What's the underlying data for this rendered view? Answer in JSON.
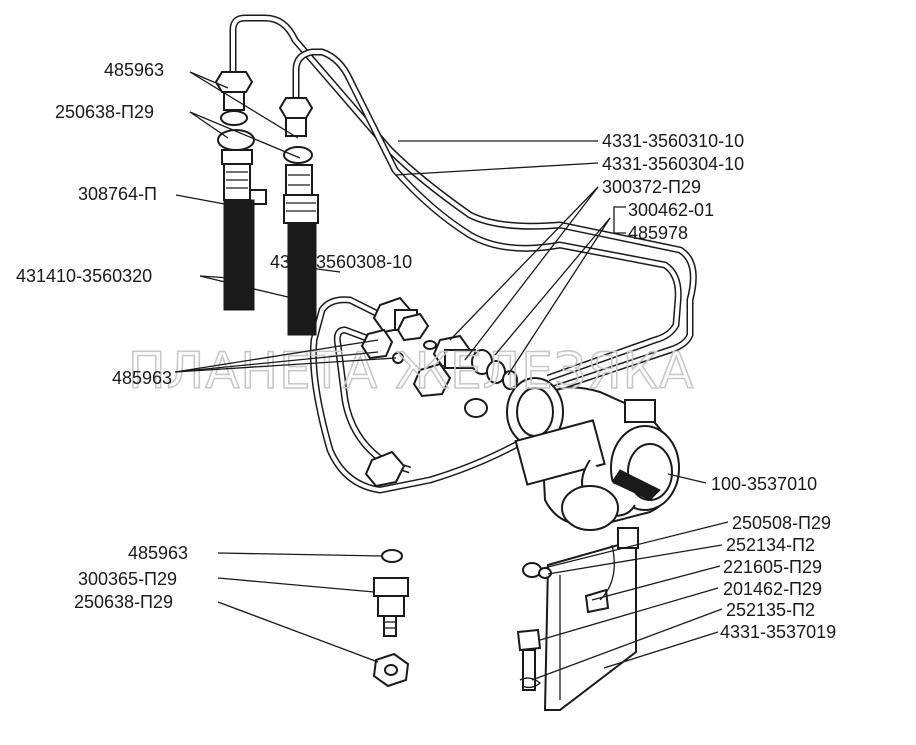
{
  "watermark": "ПЛАНЕТА ЖЕЛЕЗЯКА",
  "labels": {
    "l01": "485963",
    "l02": "250638-П29",
    "l03": "308764-П",
    "l04": "431410-3560320",
    "l05": "4331-3560308-10",
    "l06": "485963",
    "l07": "4331-3560310-10",
    "l08": "4331-3560304-10",
    "l09": "300372-П29",
    "l10": "300462-01",
    "l11": "485978",
    "l12": "100-3537010",
    "l13": "250508-П29",
    "l14": "252134-П2",
    "l15": "221605-П29",
    "l16": "201462-П29",
    "l17": "252135-П2",
    "l18": "4331-3537019",
    "l19": "485963",
    "l20": "300365-П29",
    "l21": "250638-П29"
  }
}
